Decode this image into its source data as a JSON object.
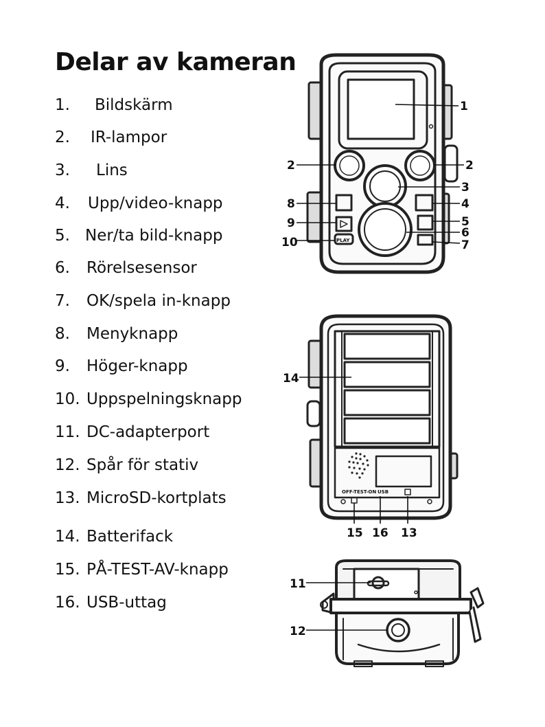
{
  "title": "Delar av kameran",
  "parts": [
    {
      "num": "1.",
      "label": "Bildskärm"
    },
    {
      "num": "2.",
      "label": "IR-lampor"
    },
    {
      "num": "3.",
      "label": "Lins"
    },
    {
      "num": "4.",
      "label": "Upp/video-knapp"
    },
    {
      "num": "5.",
      "label": "Ner/ta bild-knapp"
    },
    {
      "num": "6.",
      "label": "Rörelsesensor"
    },
    {
      "num": "7.",
      "label": "OK/spela in-knapp"
    },
    {
      "num": "8.",
      "label": "Menyknapp"
    },
    {
      "num": "9.",
      "label": "Höger-knapp"
    },
    {
      "num": "10.",
      "label": "Uppspelningsknapp"
    },
    {
      "num": "11.",
      "label": "DC-adapterport"
    },
    {
      "num": "12.",
      "label": "Spår för stativ"
    },
    {
      "num": "13.",
      "label": "MicroSD-kortplats"
    },
    {
      "num": "14.",
      "label": "Batterifack"
    },
    {
      "num": "15.",
      "label": "PÅ-TEST-AV-knapp"
    },
    {
      "num": "16.",
      "label": "USB-uttag"
    }
  ],
  "diagram": {
    "front_callouts": {
      "c1": "1",
      "c2a": "2",
      "c2b": "2",
      "c3": "3",
      "c4": "4",
      "c5": "5",
      "c6": "6",
      "c7": "7",
      "c8": "8",
      "c9": "9",
      "c10": "10"
    },
    "back_callouts": {
      "c14": "14",
      "c15": "15",
      "c16": "16",
      "c13": "13"
    },
    "bottom_callouts": {
      "c11": "11",
      "c12": "12"
    },
    "tiny_labels": {
      "switch": "OFF-TEST-ON",
      "usb": "USB",
      "play": "PLAY"
    }
  }
}
